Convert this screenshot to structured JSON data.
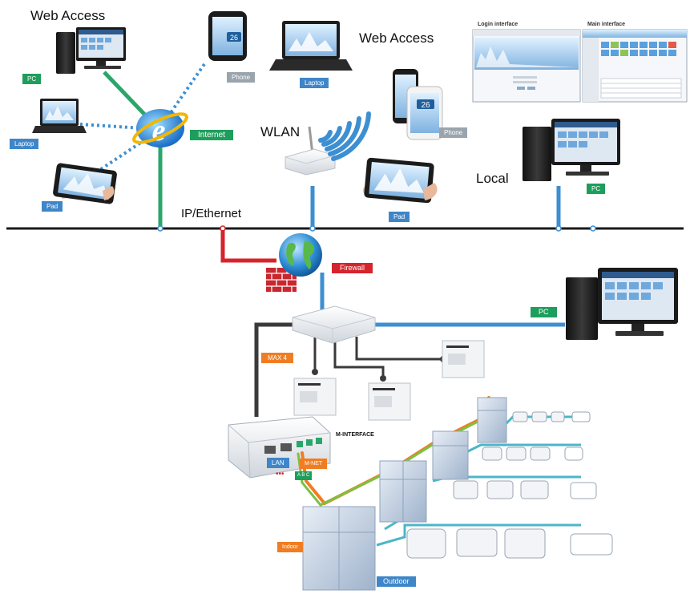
{
  "labels": {
    "web_access_left": "Web Access",
    "web_access_right": "Web Access",
    "internet": "Internet",
    "wlan": "WLAN",
    "local": "Local",
    "ip_ethernet": "IP/Ethernet",
    "firewall": "Firewall",
    "login_interface": "Login interface",
    "main_interface": "Main interface",
    "pc_top_left": "PC",
    "pc_local": "PC",
    "pc_right": "PC",
    "laptop_left": "Laptop",
    "laptop_center": "Laptop",
    "phone_top": "Phone",
    "phone_center": "Phone",
    "pad_left": "Pad",
    "pad_center": "Pad",
    "lan": "LAN",
    "m_interface": "M-INTERFACE",
    "mnet": "M-NET",
    "outdoor": "Outdoor",
    "orange_tag_1": "MAX 4",
    "orange_tag_2": "Indoor",
    "phone_screen_value": "26",
    "abc": "A B C",
    "dots": "•••"
  },
  "colors": {
    "green_link": "#2aa66a",
    "blue_link": "#3d8fd1",
    "red_link": "#d6242c",
    "orange_cable": "#f07d22",
    "green_cable": "#7cc142",
    "teal_pipe": "#4cb6c8",
    "backbone": "#1a1a1a",
    "dark_wire": "#3a3a3a"
  },
  "icons": [
    "desktop-pc-icon",
    "laptop-icon",
    "tablet-icon",
    "smartphone-icon",
    "internet-explorer-icon",
    "wifi-router-icon",
    "wifi-signal-icon",
    "globe-icon",
    "firewall-brick-icon",
    "network-switch-icon",
    "interface-module-icon",
    "outdoor-unit-icon",
    "indoor-unit-icon"
  ]
}
